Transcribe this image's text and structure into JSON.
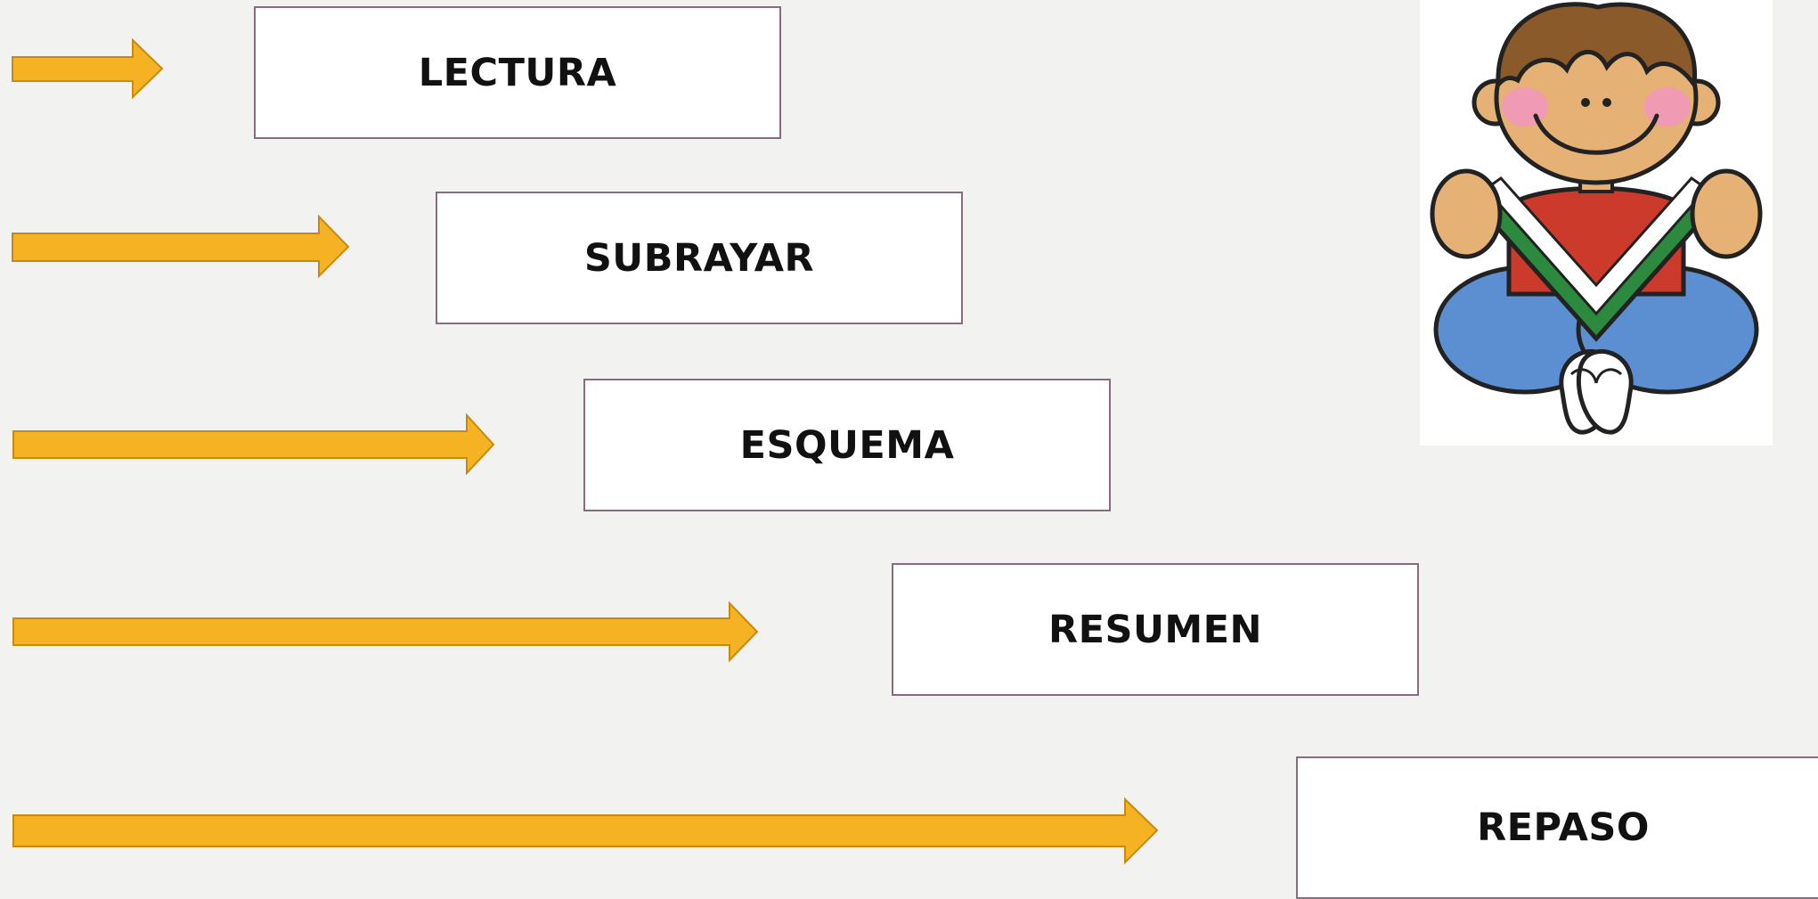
{
  "diagram": {
    "steps": [
      {
        "label": "LECTURA"
      },
      {
        "label": "SUBRAYAR"
      },
      {
        "label": "ESQUEMA"
      },
      {
        "label": "RESUMEN"
      },
      {
        "label": "REPASO"
      }
    ]
  },
  "colors": {
    "background": "#f2f2f0",
    "arrow_fill": "#f5b324",
    "arrow_stroke": "#c8890f",
    "box_border": "#8a6a80",
    "box_fill": "#ffffff",
    "text": "#111111"
  },
  "illustration": {
    "subject": "boy-reading-book-icon"
  }
}
